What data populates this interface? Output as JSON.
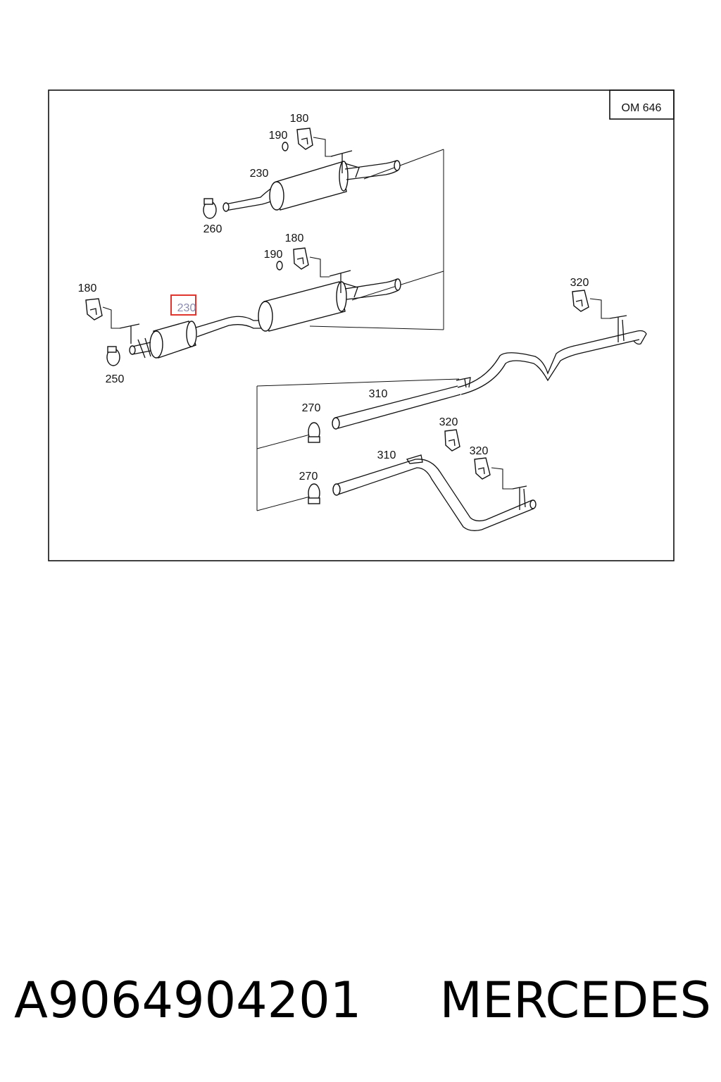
{
  "diagram": {
    "engine_label": "OM 646",
    "highlighted_callout": "230",
    "callouts": {
      "upper_hanger": "180",
      "upper_ring": "190",
      "upper_muffler": "230",
      "upper_clamp": "260",
      "middle_hanger": "180",
      "middle_ring": "190",
      "left_hanger": "180",
      "left_clamp": "250",
      "right_hanger_top": "320",
      "tail_clamp_upper": "270",
      "tail_pipe_upper": "310",
      "tail_hanger_a": "320",
      "tail_pipe_lower": "310",
      "tail_hanger_b": "320",
      "tail_clamp_lower": "270"
    }
  },
  "caption": {
    "part_number": "A9064904201",
    "brand": "MERCEDES"
  }
}
